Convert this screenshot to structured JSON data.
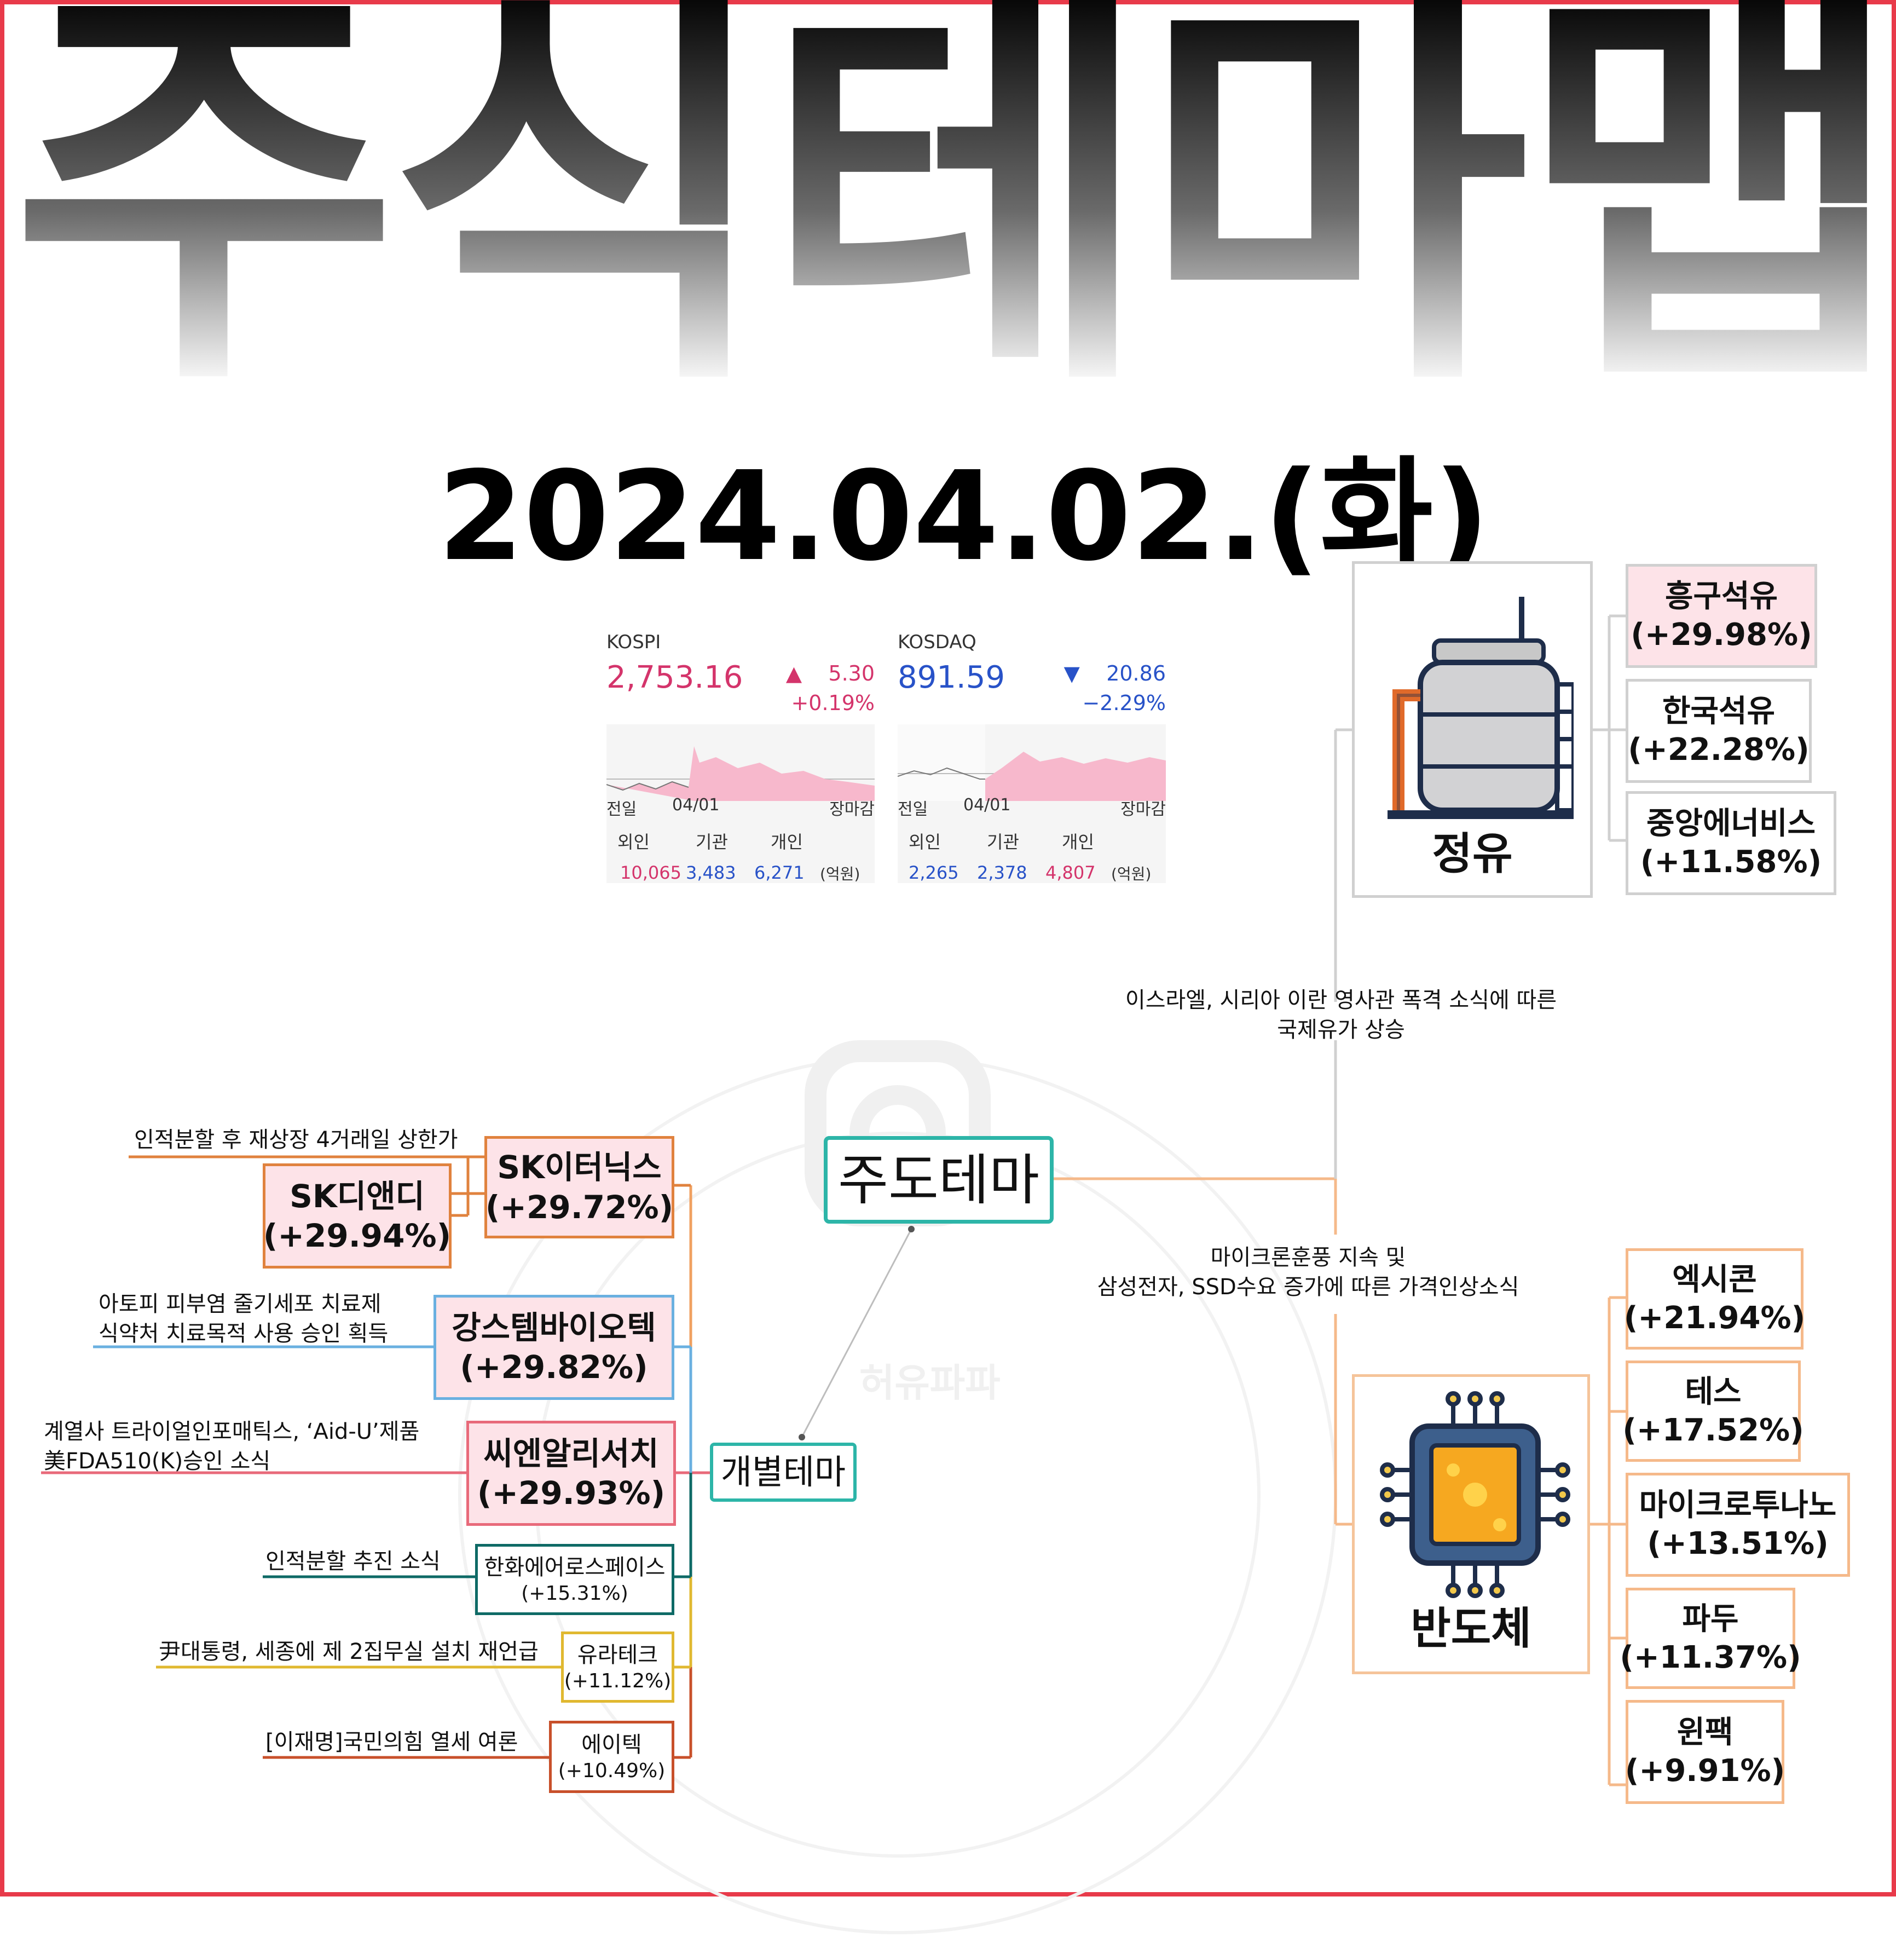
{
  "title": "주식테마맵",
  "date": "2024.04.02.(화)",
  "market": {
    "kospi": {
      "name": "KOSPI",
      "value": "2,753.16",
      "change": "5.30",
      "pct": "+0.19%",
      "axis_start": "전일",
      "axis_mid": "04/01",
      "axis_end": "장마감",
      "foreign_label": "외인",
      "inst_label": "기관",
      "indiv_label": "개인",
      "foreign": "10,065",
      "inst": "3,483",
      "indiv": "6,271",
      "unit": "(억원)"
    },
    "kosdaq": {
      "name": "KOSDAQ",
      "value": "891.59",
      "change": "20.86",
      "pct": "−2.29%",
      "axis_start": "전일",
      "axis_mid": "04/01",
      "axis_end": "장마감",
      "foreign_label": "외인",
      "inst_label": "기관",
      "indiv_label": "개인",
      "foreign": "2,265",
      "inst": "2,378",
      "indiv": "4,807",
      "unit": "(억원)"
    }
  },
  "colors": {
    "border": "#e83a4a",
    "teal": "#2db5a8",
    "orange": "#f5b98a",
    "kospi_up": "#d4346b",
    "kosdaq_down": "#2852c8"
  },
  "icons": [
    "refinery-tank-icon",
    "microchip-icon",
    "instagram-watermark-icon"
  ],
  "watermark": "허유파파",
  "center": "주도테마",
  "individual": "개별테마",
  "oil": {
    "label": "정유",
    "reason_line1": "이스라엘, 시리아 이란 영사관 폭격 소식에 따른",
    "reason_line2": "국제유가 상승",
    "stocks": [
      {
        "name": "흥구석유",
        "pct": "(+29.98%)"
      },
      {
        "name": "한국석유",
        "pct": "(+22.28%)"
      },
      {
        "name": "중앙에너비스",
        "pct": "(+11.58%)"
      }
    ]
  },
  "semi": {
    "label": "반도체",
    "reason_line1": "마이크론훈풍 지속 및",
    "reason_line2": "삼성전자, SSD수요 증가에 따른 가격인상소식",
    "stocks": [
      {
        "name": "엑시콘",
        "pct": "(+21.94%)"
      },
      {
        "name": "테스",
        "pct": "(+17.52%)"
      },
      {
        "name": "마이크로투나노",
        "pct": "(+13.51%)"
      },
      {
        "name": "파두",
        "pct": "(+11.37%)"
      },
      {
        "name": "윈팩",
        "pct": "(+9.91%)"
      }
    ]
  },
  "left": {
    "sk_eternix": {
      "name": "SK이터닉스",
      "pct": "(+29.72%)"
    },
    "sk_dnd": {
      "name": "SK디앤디",
      "pct": "(+29.94%)"
    },
    "sk_desc": "인적분할 후 재상장 4거래일 상한가",
    "gangstem": {
      "name": "강스템바이오텍",
      "pct": "(+29.82%)",
      "desc1": "아토피 피부염 줄기세포 치료제",
      "desc2": "식약처 치료목적 사용 승인 획득"
    },
    "cnr": {
      "name": "씨엔알리서치",
      "pct": "(+29.93%)",
      "desc1": "계열사 트라이얼인포매틱스, ‘Aid-U’제품",
      "desc2": "美FDA510(K)승인 소식"
    },
    "hanwha": {
      "name": "한화에어로스페이스",
      "pct": "(+15.31%)",
      "desc": "인적분할 추진 소식"
    },
    "yurah": {
      "name": "유라테크",
      "pct": "(+11.12%)",
      "desc": "尹대통령, 세종에 제 2집무실 설치 재언급"
    },
    "atec": {
      "name": "에이텍",
      "pct": "(+10.49%)",
      "desc": "[이재명]국민의힘 열세 여론"
    }
  }
}
